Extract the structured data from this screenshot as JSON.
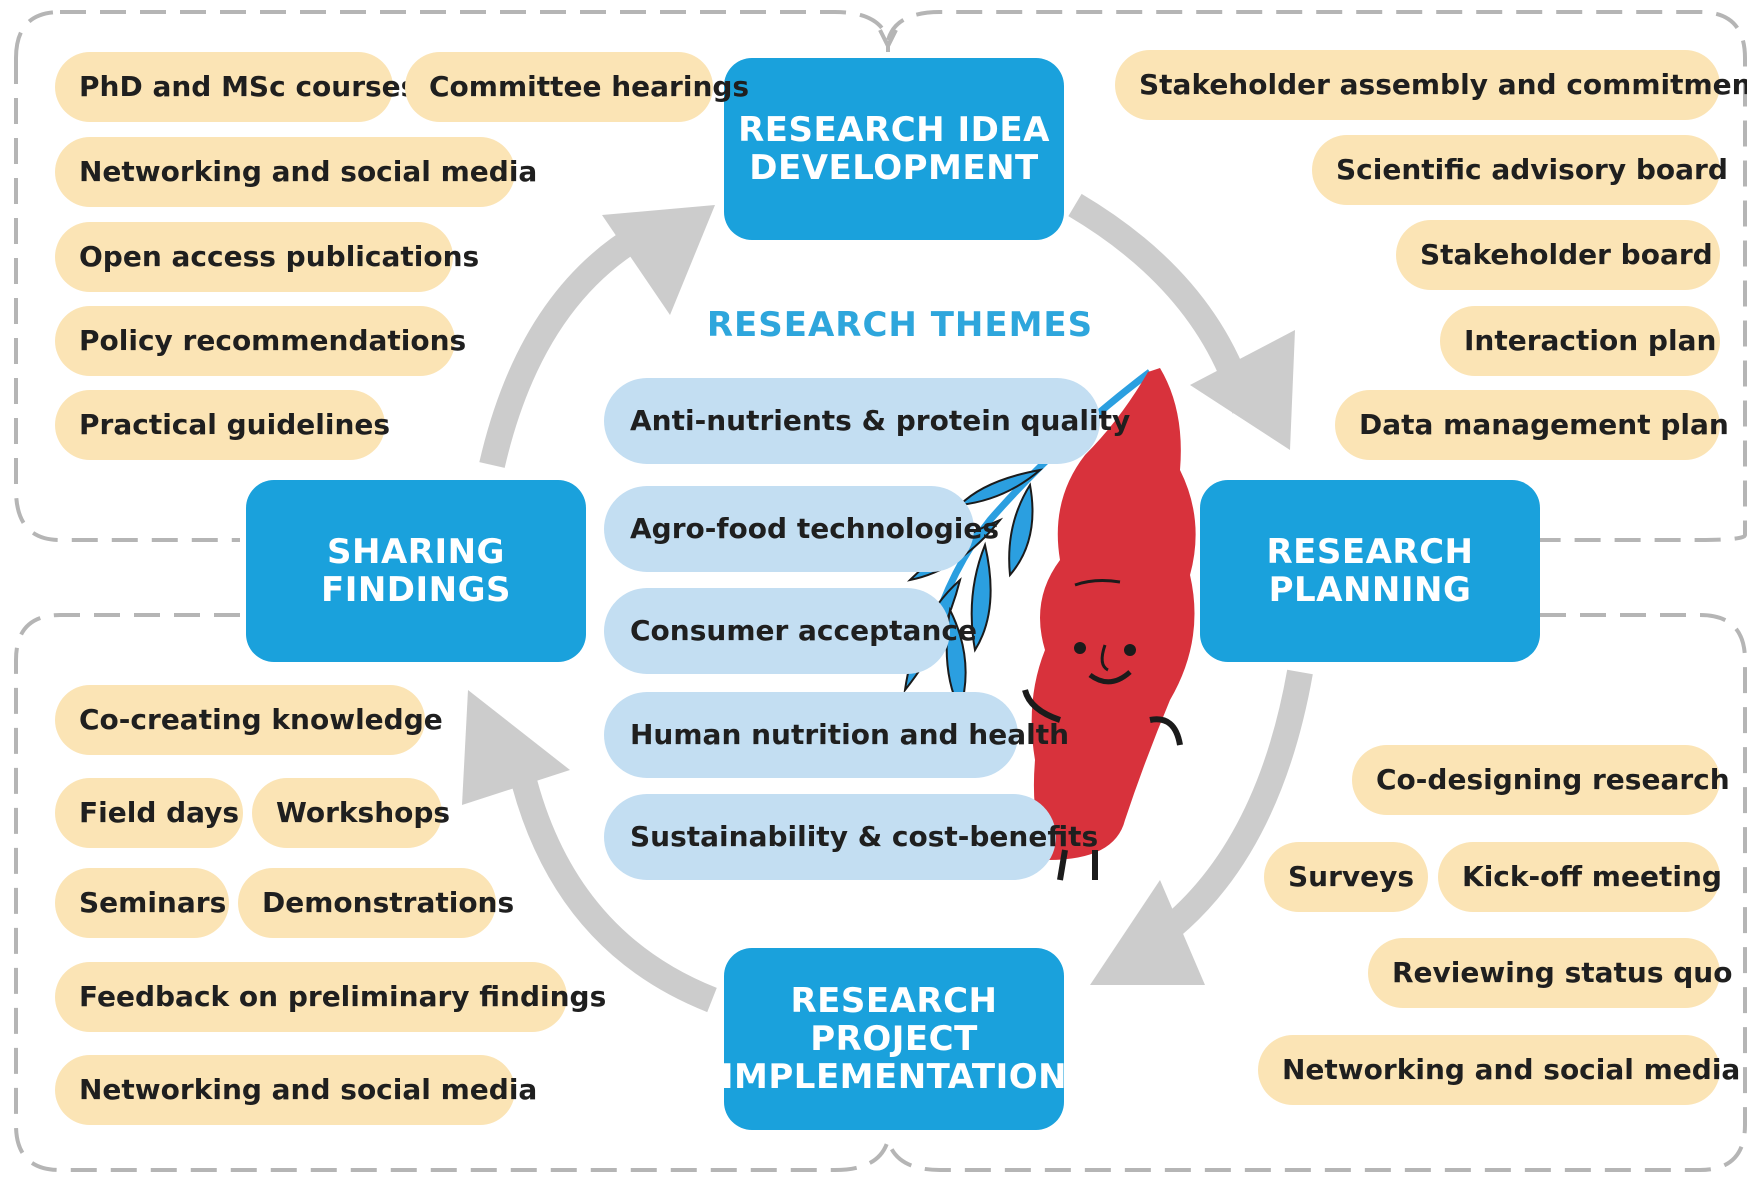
{
  "stages": {
    "idea": "RESEARCH IDEA\nDEVELOPMENT",
    "planning": "RESEARCH\nPLANNING",
    "implementation": "RESEARCH\nPROJECT\nIMPLEMENTATION",
    "sharing": "SHARING\nFINDINGS"
  },
  "themes_title": "RESEARCH THEMES",
  "themes": [
    "Anti-nutrients & protein quality",
    "Agro-food technologies",
    "Consumer acceptance",
    "Human nutrition and health",
    "Sustainability & cost-benefits"
  ],
  "top_left": [
    "PhD and MSc courses",
    "Committee hearings",
    "Networking and social media",
    "Open access publications",
    "Policy recommendations",
    "Practical guidelines"
  ],
  "top_right": [
    "Stakeholder assembly and commitment",
    "Scientific advisory board",
    "Stakeholder board",
    "Interaction plan",
    "Data management plan"
  ],
  "bottom_left": [
    "Co-creating knowledge",
    "Field days",
    "Workshops",
    "Seminars",
    "Demonstrations",
    "Feedback on preliminary findings",
    "Networking and social media"
  ],
  "bottom_right": [
    "Co-designing research",
    "Surveys",
    "Kick-off meeting",
    "Reviewing status quo",
    "Networking and social media"
  ],
  "colors": {
    "stage_blue": "#1aa1dc",
    "theme_blue": "#c3def2",
    "pill_cream": "#fbe4b5",
    "arrow_gray": "#cccccc",
    "mascot_red": "#d8323c"
  },
  "icons": [
    "sweet-potato-mascot-icon",
    "leaf-branch-icon"
  ]
}
